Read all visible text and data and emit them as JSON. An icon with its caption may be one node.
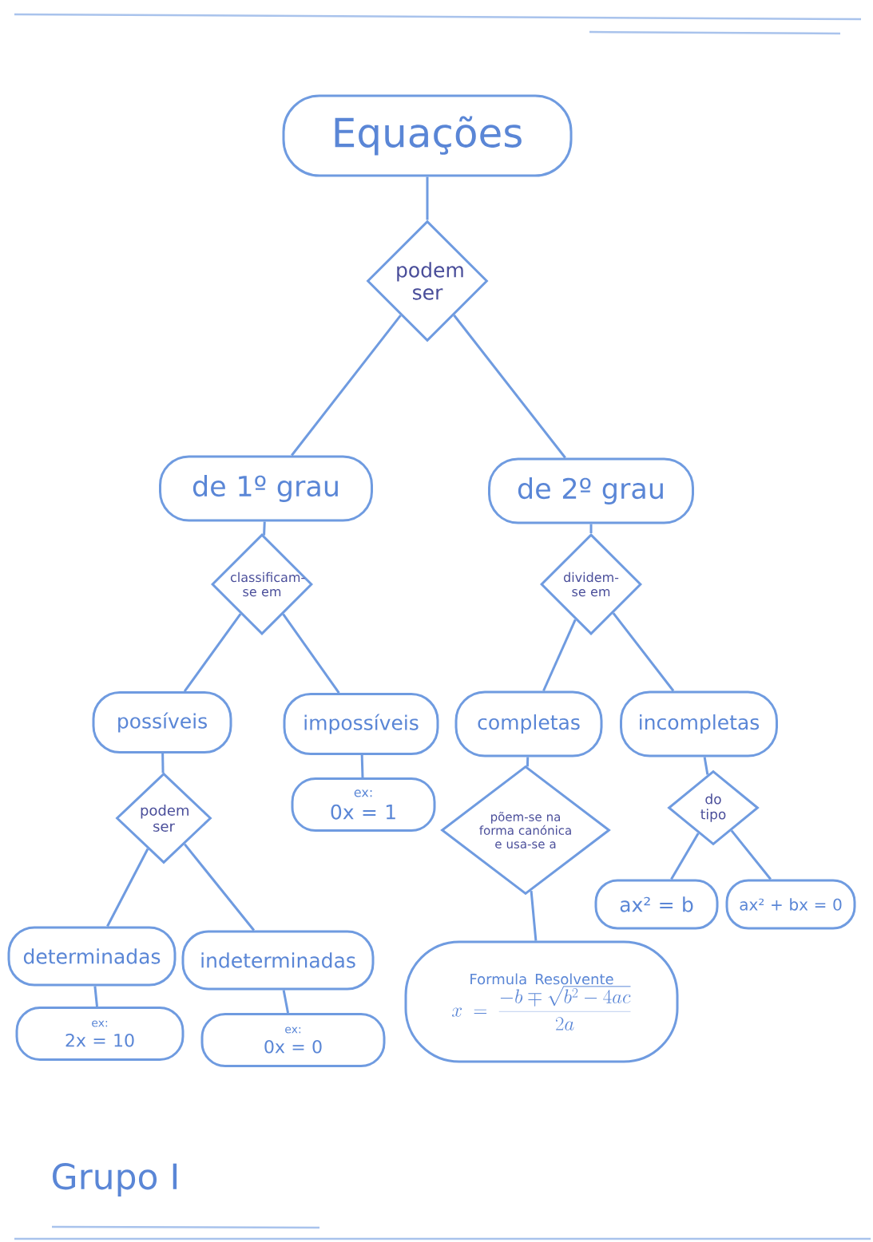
{
  "diagram": {
    "nodes": [
      {
        "text": [
          "Equações"
        ]
      },
      {
        "text": [
          "podem ser"
        ]
      },
      {
        "text": [
          "de 1º grau"
        ]
      },
      {
        "text": [
          "de 2º grau"
        ]
      },
      {
        "text": [
          "classificam-se em"
        ]
      },
      {
        "text": [
          "dividem-se em"
        ]
      },
      {
        "text": [
          "possíveis"
        ]
      },
      {
        "text": [
          "impossíveis"
        ]
      },
      {
        "text": [
          "completas"
        ]
      },
      {
        "text": [
          "incompletas"
        ]
      },
      {
        "text": [
          "ex:",
          "0x = 1"
        ]
      },
      {
        "text": [
          "podem ser"
        ]
      },
      {
        "text": [
          "põem-se na forma canónica e usa-se a"
        ]
      },
      {
        "text": [
          "do tipo"
        ]
      },
      {
        "text": [
          "ax² = b"
        ]
      },
      {
        "text": [
          "ax² + bx = 0"
        ]
      },
      {
        "text": [
          "determinadas"
        ]
      },
      {
        "text": [
          "indeterminadas"
        ]
      },
      {
        "text": [
          "Formula Resolvente",
          "x=\\frac{-b\\mp\\sqrt{b^2-4ac}}{2a}"
        ]
      },
      {
        "text": [
          "ex:",
          "2x = 10"
        ]
      },
      {
        "text": [
          "ex:",
          "0x = 0"
        ]
      }
    ],
    "edges": [
      {
        "from": 0,
        "to": 1,
        "arrow": "none"
      },
      {
        "from": 1,
        "to": 2,
        "arrow": "none"
      },
      {
        "from": 1,
        "to": 3,
        "arrow": "none"
      },
      {
        "from": 2,
        "to": 4,
        "arrow": "none"
      },
      {
        "from": 3,
        "to": 5,
        "arrow": "none"
      },
      {
        "from": 4,
        "to": 6,
        "arrow": "none"
      },
      {
        "from": 4,
        "to": 7,
        "arrow": "none"
      },
      {
        "from": 5,
        "to": 8,
        "arrow": "none"
      },
      {
        "from": 5,
        "to": 9,
        "arrow": "none"
      },
      {
        "from": 7,
        "to": 10,
        "arrow": "none"
      },
      {
        "from": 6,
        "to": 11,
        "arrow": "none"
      },
      {
        "from": 8,
        "to": 12,
        "arrow": "none"
      },
      {
        "from": 9,
        "to": 13,
        "arrow": "none"
      },
      {
        "from": 13,
        "to": 14,
        "arrow": "none"
      },
      {
        "from": 13,
        "to": 15,
        "arrow": "none"
      },
      {
        "from": 11,
        "to": 16,
        "arrow": "none"
      },
      {
        "from": 11,
        "to": 17,
        "arrow": "none"
      },
      {
        "from": 12,
        "to": 18,
        "arrow": "none"
      },
      {
        "from": 16,
        "to": 19,
        "arrow": "none"
      },
      {
        "from": 17,
        "to": 20,
        "arrow": "none"
      }
    ],
    "labels": [
      "Grupo I"
    ]
  }
}
